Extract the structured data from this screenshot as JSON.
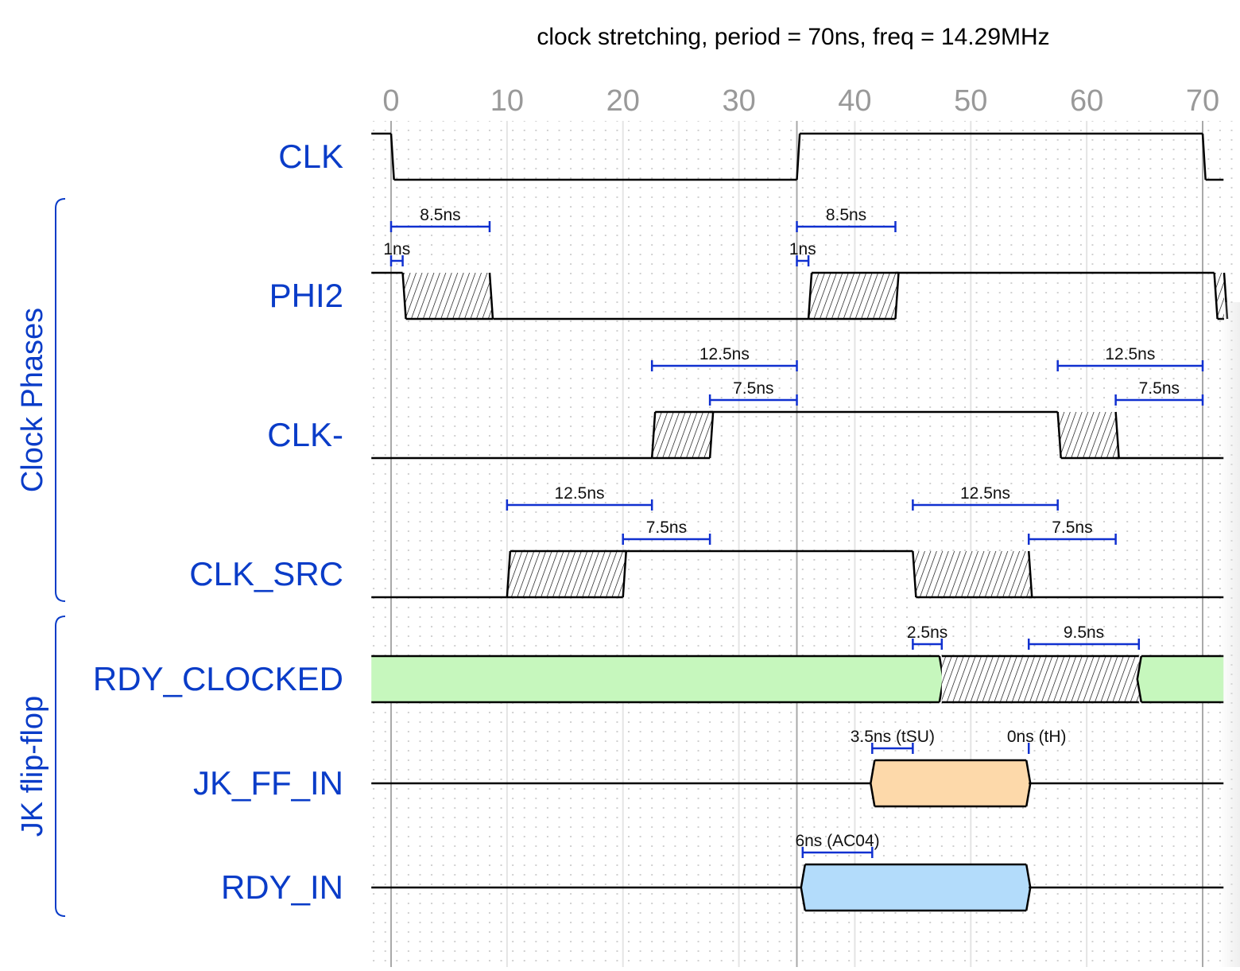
{
  "title": "clock stretching, period = 70ns, freq = 14.29MHz",
  "time_axis": {
    "unit": "ns",
    "range": [
      -1.7,
      71.8
    ],
    "ticks": [
      0,
      10,
      20,
      30,
      40,
      50,
      60,
      70
    ],
    "major_lines": [
      0,
      35,
      70
    ],
    "minor_lines": [
      10,
      20,
      30,
      40,
      50,
      60
    ],
    "dot_grid_step": 1
  },
  "colors": {
    "label": "#0a3cc8",
    "group": "#0a3cc8",
    "measure": "#1030d0",
    "signal": "#000000",
    "tick": "#999999",
    "rdy_clocked_fill": "#c6f7bd",
    "jk_ff_fill": "#fdd9aa",
    "rdy_in_fill": "#b3dcfb"
  },
  "groups": [
    {
      "label": "Clock Phases",
      "signals": [
        "PHI2",
        "CLK-",
        "CLK_SRC"
      ]
    },
    {
      "label": "JK flip-flop",
      "signals": [
        "RDY_CLOCKED",
        "JK_FF_IN",
        "RDY_IN"
      ]
    }
  ],
  "signals": [
    {
      "name": "CLK",
      "type": "digital",
      "segments": [
        {
          "kind": "level",
          "from": -1.7,
          "to": 0,
          "level": 1
        },
        {
          "kind": "edge",
          "from": 0,
          "to": 0.25,
          "dir": "fall"
        },
        {
          "kind": "level",
          "from": 0.25,
          "to": 35,
          "level": 0
        },
        {
          "kind": "edge",
          "from": 35,
          "to": 35.25,
          "dir": "rise"
        },
        {
          "kind": "level",
          "from": 35.25,
          "to": 70,
          "level": 1
        },
        {
          "kind": "edge",
          "from": 70,
          "to": 70.25,
          "dir": "fall"
        },
        {
          "kind": "level",
          "from": 70.25,
          "to": 71.8,
          "level": 0
        }
      ],
      "measures": []
    },
    {
      "name": "PHI2",
      "type": "digital",
      "segments": [
        {
          "kind": "level",
          "from": -1.7,
          "to": 1,
          "level": 1
        },
        {
          "kind": "hatch",
          "from": 1,
          "to": 8.5,
          "dir": "fall"
        },
        {
          "kind": "level",
          "from": 8.8,
          "to": 36,
          "level": 0
        },
        {
          "kind": "hatch",
          "from": 36,
          "to": 43.5,
          "dir": "rise"
        },
        {
          "kind": "level",
          "from": 43.5,
          "to": 71,
          "level": 1
        },
        {
          "kind": "hatch",
          "from": 71,
          "to": 74,
          "dir": "fall"
        }
      ],
      "measures": [
        {
          "from": 0,
          "to": 8.5,
          "label": "8.5ns",
          "row": 0
        },
        {
          "from": 0,
          "to": 1,
          "label": "1ns",
          "row": 1
        },
        {
          "from": 35,
          "to": 43.5,
          "label": "8.5ns",
          "row": 0
        },
        {
          "from": 35,
          "to": 36,
          "label": "1ns",
          "row": 1
        }
      ]
    },
    {
      "name": "CLK-",
      "type": "digital",
      "segments": [
        {
          "kind": "level",
          "from": -1.7,
          "to": 22.5,
          "level": 0
        },
        {
          "kind": "hatch",
          "from": 22.5,
          "to": 27.5,
          "dir": "rise"
        },
        {
          "kind": "level",
          "from": 27.5,
          "to": 57.5,
          "level": 1
        },
        {
          "kind": "hatch",
          "from": 57.5,
          "to": 62.5,
          "dir": "fall"
        },
        {
          "kind": "level",
          "from": 62.5,
          "to": 71.8,
          "level": 0
        }
      ],
      "measures": [
        {
          "from": 22.5,
          "to": 35,
          "label": "12.5ns",
          "row": 0
        },
        {
          "from": 27.5,
          "to": 35,
          "label": "7.5ns",
          "row": 1
        },
        {
          "from": 57.5,
          "to": 70,
          "label": "12.5ns",
          "row": 0
        },
        {
          "from": 62.5,
          "to": 70,
          "label": "7.5ns",
          "row": 1
        }
      ]
    },
    {
      "name": "CLK_SRC",
      "type": "digital",
      "segments": [
        {
          "kind": "level",
          "from": -1.7,
          "to": 10,
          "level": 0
        },
        {
          "kind": "hatch",
          "from": 10,
          "to": 20,
          "dir": "rise"
        },
        {
          "kind": "level",
          "from": 20,
          "to": 45,
          "level": 1
        },
        {
          "kind": "hatch",
          "from": 45,
          "to": 55,
          "dir": "fall"
        },
        {
          "kind": "level",
          "from": 55,
          "to": 71.8,
          "level": 0
        }
      ],
      "measures": [
        {
          "from": 10,
          "to": 22.5,
          "label": "12.5ns",
          "row": 0
        },
        {
          "from": 20,
          "to": 27.5,
          "label": "7.5ns",
          "row": 1
        },
        {
          "from": 45,
          "to": 57.5,
          "label": "12.5ns",
          "row": 0
        },
        {
          "from": 55,
          "to": 62.5,
          "label": "7.5ns",
          "row": 1
        }
      ]
    },
    {
      "name": "RDY_CLOCKED",
      "type": "bus",
      "segments": [
        {
          "kind": "data",
          "from": -1.7,
          "to": 47.5,
          "fill": "#c6f7bd"
        },
        {
          "kind": "hatchbus",
          "from": 47.5,
          "to": 64.5
        },
        {
          "kind": "data",
          "from": 64.5,
          "to": 71.8,
          "fill": "#c6f7bd"
        }
      ],
      "measures": [
        {
          "from": 45,
          "to": 47.5,
          "label": "2.5ns",
          "row": 1
        },
        {
          "from": 55,
          "to": 64.5,
          "label": "9.5ns",
          "row": 1
        }
      ]
    },
    {
      "name": "JK_FF_IN",
      "type": "bus",
      "segments": [
        {
          "kind": "z",
          "from": -1.7,
          "to": 41.5
        },
        {
          "kind": "data",
          "from": 41.5,
          "to": 55,
          "fill": "#fdd9aa"
        },
        {
          "kind": "z",
          "from": 55,
          "to": 71.8
        }
      ],
      "measures": [
        {
          "from": 41.5,
          "to": 45,
          "label": "3.5ns (tSU)",
          "row": 1
        },
        {
          "from": 55,
          "to": 55,
          "label": "0ns (tH)",
          "row": 1
        }
      ]
    },
    {
      "name": "RDY_IN",
      "type": "bus",
      "segments": [
        {
          "kind": "z",
          "from": -1.7,
          "to": 35.5
        },
        {
          "kind": "data",
          "from": 35.5,
          "to": 55,
          "fill": "#b3dcfb"
        },
        {
          "kind": "z",
          "from": 55,
          "to": 71.8
        }
      ],
      "measures": [
        {
          "from": 35.5,
          "to": 41.5,
          "label": "6ns (AC04)",
          "row": 1
        }
      ]
    }
  ]
}
